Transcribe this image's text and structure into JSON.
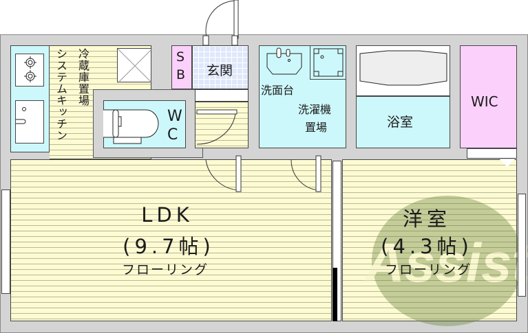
{
  "plan": {
    "rooms": {
      "ldk": {
        "name": "LDK",
        "size": "(9.7帖)",
        "floor": "フローリング"
      },
      "western": {
        "name": "洋室",
        "size": "(4.3帖)",
        "floor": "フローリング"
      },
      "kitchen": {
        "label": "システムキッチン"
      },
      "fridge": {
        "label": "冷蔵庫置場"
      },
      "sb": {
        "label_1": "S",
        "label_2": "B"
      },
      "entrance": {
        "label": "玄関"
      },
      "wc": {
        "label_1": "W",
        "label_2": "C"
      },
      "washstand": {
        "label": "洗面台"
      },
      "laundry": {
        "label_1": "洗濯機",
        "label_2": "置場"
      },
      "bath": {
        "label": "浴室"
      },
      "wic": {
        "label": "WIC"
      }
    },
    "watermark": "Assist",
    "colors": {
      "wall": "#d4d4d4",
      "floor": "#fdfbd2",
      "wet": "#cdf8fb",
      "storage": "#fbd1fb",
      "entrance": "#dfe8fb"
    }
  }
}
